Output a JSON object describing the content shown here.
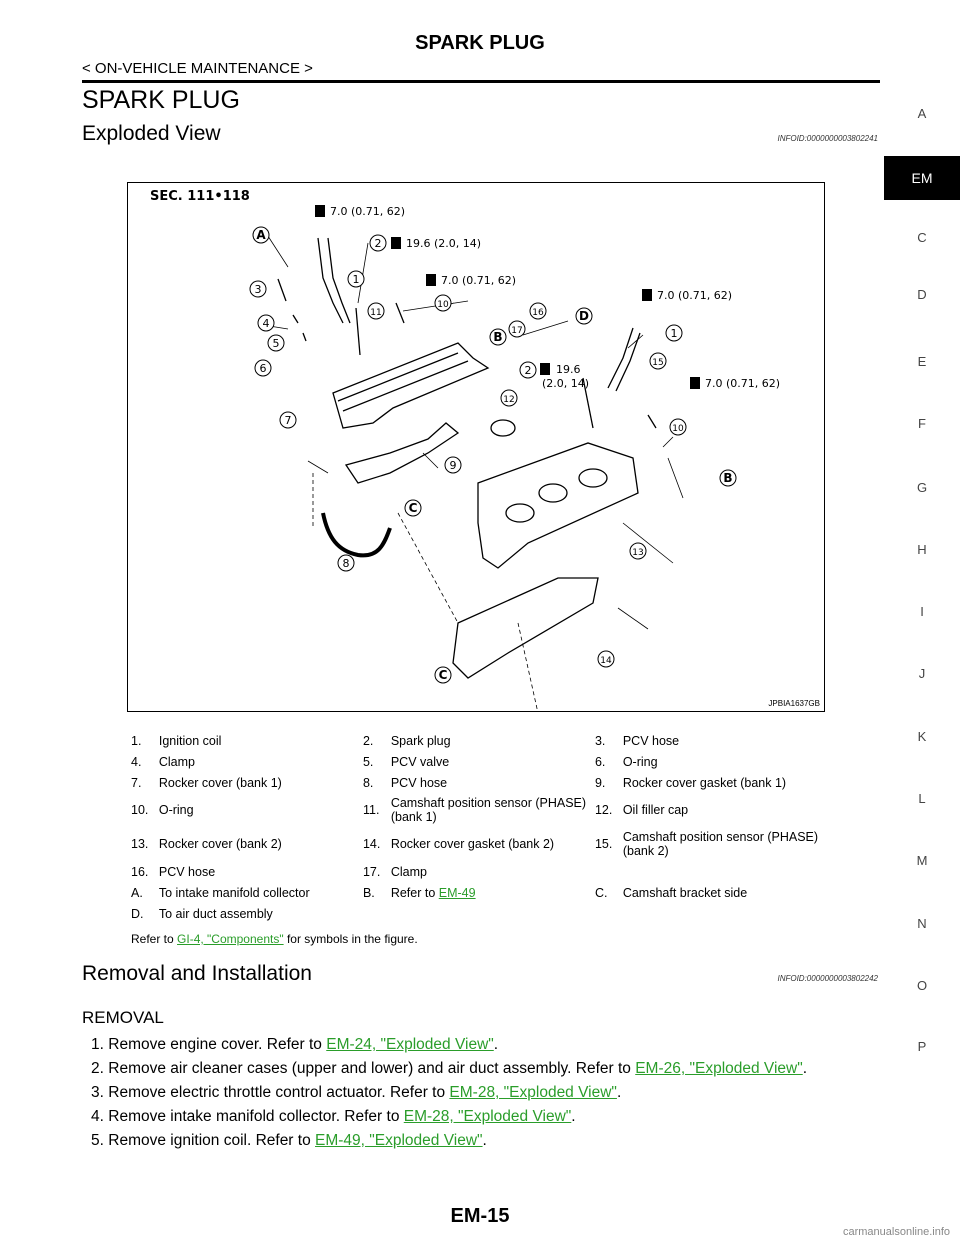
{
  "header": {
    "title": "SPARK PLUG",
    "subtitle": "< ON-VEHICLE MAINTENANCE >",
    "section_title": "SPARK PLUG"
  },
  "sidebar": {
    "letters": [
      "A",
      "EM",
      "C",
      "D",
      "E",
      "F",
      "G",
      "H",
      "I",
      "J",
      "K",
      "L",
      "M",
      "N",
      "O",
      "P"
    ],
    "active": "EM"
  },
  "exploded_view": {
    "heading": "Exploded View",
    "infoid": "INFOID:0000000003802241",
    "figure": {
      "sec_label": "SEC. 111•118",
      "figure_code": "JPBIA1637GB",
      "torques": {
        "t1": "7.0 (0.71, 62)",
        "t2": "19.6 (2.0, 14)",
        "t3": "7.0 (0.71, 62)",
        "t4": "7.0 (0.71, 62)",
        "t5a": "19.6",
        "t5b": "(2.0, 14)",
        "t6": "7.0 (0.71, 62)"
      },
      "callouts": [
        "1",
        "2",
        "3",
        "4",
        "5",
        "6",
        "7",
        "8",
        "9",
        "10",
        "11",
        "12",
        "13",
        "14",
        "15",
        "16",
        "17"
      ],
      "letters": [
        "A",
        "B",
        "C",
        "D"
      ]
    },
    "legend": {
      "r1": {
        "n1": "1.",
        "t1": "Ignition coil",
        "n2": "2.",
        "t2": "Spark plug",
        "n3": "3.",
        "t3": "PCV hose"
      },
      "r2": {
        "n1": "4.",
        "t1": "Clamp",
        "n2": "5.",
        "t2": "PCV valve",
        "n3": "6.",
        "t3": "O-ring"
      },
      "r3": {
        "n1": "7.",
        "t1": "Rocker cover (bank 1)",
        "n2": "8.",
        "t2": "PCV hose",
        "n3": "9.",
        "t3": "Rocker cover gasket (bank 1)"
      },
      "r4": {
        "n1": "10.",
        "t1": "O-ring",
        "n2": "11.",
        "t2": "Camshaft position sensor (PHASE) (bank 1)",
        "n3": "12.",
        "t3": "Oil filler cap"
      },
      "r5": {
        "n1": "13.",
        "t1": "Rocker cover (bank 2)",
        "n2": "14.",
        "t2": "Rocker cover gasket (bank 2)",
        "n3": "15.",
        "t3": "Camshaft position sensor (PHASE) (bank 2)"
      },
      "r6": {
        "n1": "16.",
        "t1": "PCV hose",
        "n2": "17.",
        "t2": "Clamp"
      },
      "r7": {
        "n1": "A.",
        "t1": "To intake manifold collector",
        "n2": "B.",
        "t2_prefix": "Refer to ",
        "t2_link": "EM-49",
        "n3": "C.",
        "t3": "Camshaft bracket side"
      },
      "r8": {
        "n1": "D.",
        "t1": "To air duct assembly"
      }
    },
    "note": {
      "prefix": "Refer to ",
      "link": "GI-4, \"Components\"",
      "suffix": " for symbols in the figure."
    }
  },
  "removal_installation": {
    "heading": "Removal and Installation",
    "infoid": "INFOID:0000000003802242",
    "subheading": "REMOVAL",
    "steps": [
      {
        "num": "1.",
        "text": "Remove engine cover. Refer to ",
        "link": "EM-24, \"Exploded View\"",
        "end": "."
      },
      {
        "num": "2.",
        "text": "Remove air cleaner cases (upper and lower) and air duct assembly. Refer to ",
        "link": "EM-26, \"Exploded View\"",
        "end": "."
      },
      {
        "num": "3.",
        "text": "Remove electric throttle control actuator. Refer to ",
        "link": "EM-28, \"Exploded View\"",
        "end": "."
      },
      {
        "num": "4.",
        "text": "Remove intake manifold collector. Refer to ",
        "link": "EM-28, \"Exploded View\"",
        "end": "."
      },
      {
        "num": "5.",
        "text": "Remove ignition coil. Refer to ",
        "link": "EM-49, \"Exploded View\"",
        "end": "."
      }
    ]
  },
  "footer": {
    "page_number": "EM-15",
    "watermark": "carmanualsonline.info"
  }
}
